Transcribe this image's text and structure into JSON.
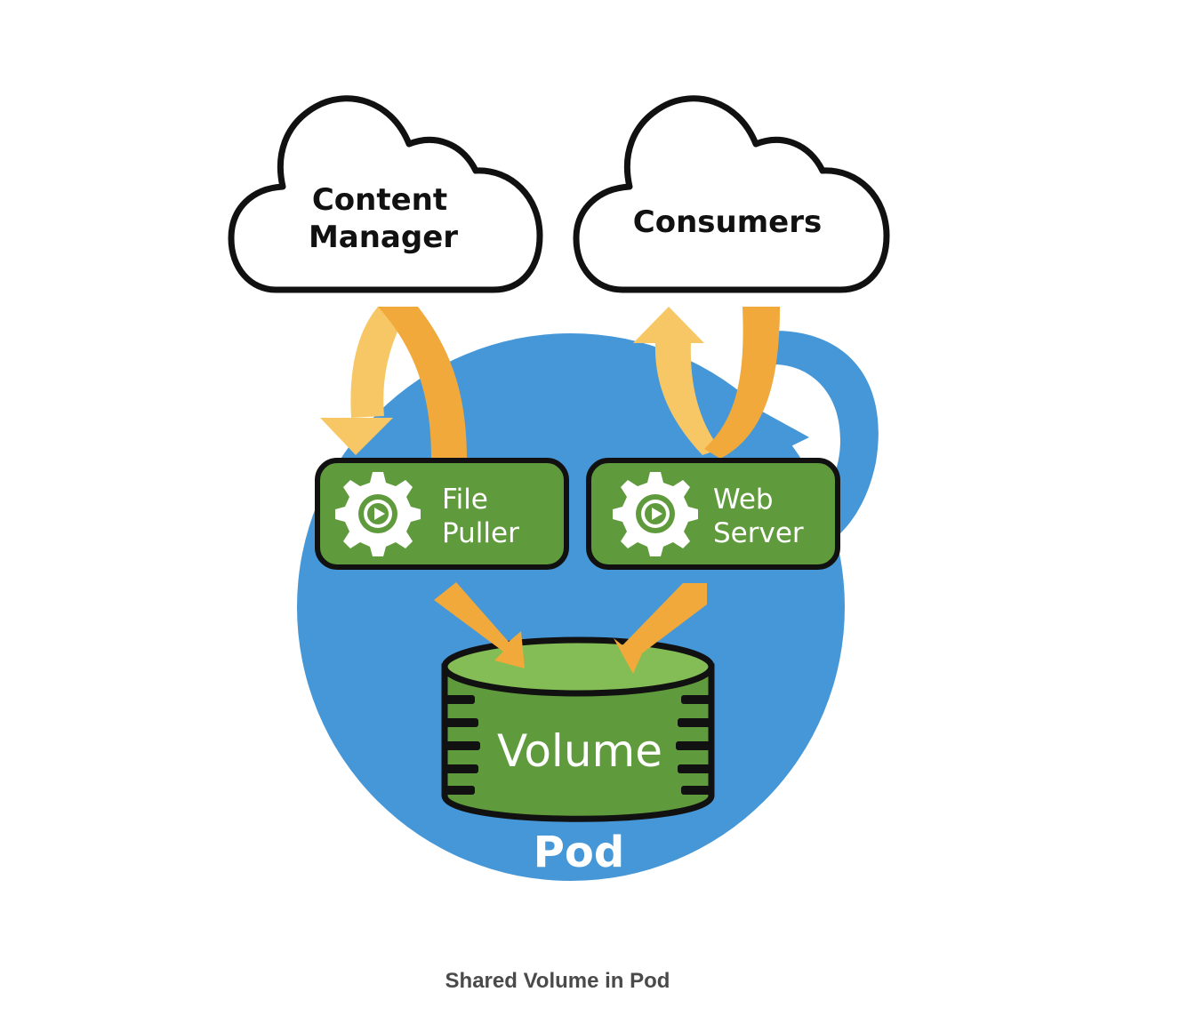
{
  "diagram": {
    "clouds": {
      "content_manager": {
        "line1": "Content",
        "line2": "Manager"
      },
      "consumers": {
        "label": "Consumers"
      }
    },
    "containers": {
      "file_puller": {
        "line1": "File",
        "line2": "Puller",
        "icon": "gear-play-icon"
      },
      "web_server": {
        "line1": "Web",
        "line2": "Server",
        "icon": "gear-play-icon"
      }
    },
    "volume": {
      "label": "Volume"
    },
    "pod": {
      "label": "Pod"
    }
  },
  "caption": "Shared Volume in Pod",
  "colors": {
    "pod_blue": "#4597d8",
    "container_green": "#5f9b3c",
    "volume_top_green": "#84bd55",
    "arrow_orange": "#f0a93a",
    "arrow_light": "#f7c766",
    "outline": "#111111"
  }
}
